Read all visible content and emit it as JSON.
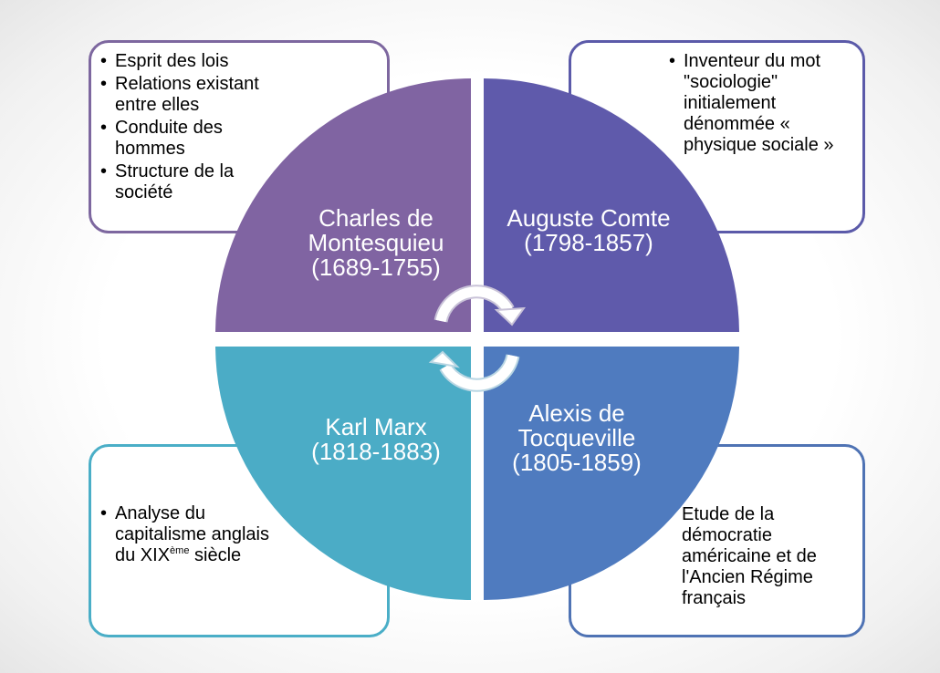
{
  "colors": {
    "montesquieu": "#8064a2",
    "comte": "#5f5aab",
    "marx": "#4bacc6",
    "tocqueville": "#4f7bbf",
    "arrow": "#ffffff"
  },
  "quadrants": {
    "top_left": {
      "label": "Charles de Montesquieu (1689-1755)"
    },
    "top_right": {
      "label": "Auguste Comte (1798-1857)"
    },
    "bottom_left": {
      "label": "Karl Marx (1818-1883)"
    },
    "bottom_right": {
      "label": "Alexis de Tocqueville (1805-1859)"
    }
  },
  "boxes": {
    "top_left": {
      "items": [
        "Esprit des lois",
        "Relations existant entre elles",
        "Conduite des hommes",
        "Structure de la société"
      ]
    },
    "top_right": {
      "items": [
        "Inventeur du mot \"sociologie\" initialement dénommée « physique sociale »"
      ]
    },
    "bottom_left": {
      "item_before_sup": "Analyse du capitalisme anglais du XIX",
      "item_sup": "ème",
      "item_after_sup": " siècle"
    },
    "bottom_right": {
      "text": "Etude de la démocratie américaine et de l'Ancien Régime français"
    }
  },
  "icons": {
    "cycle": "circular-arrows-icon"
  }
}
